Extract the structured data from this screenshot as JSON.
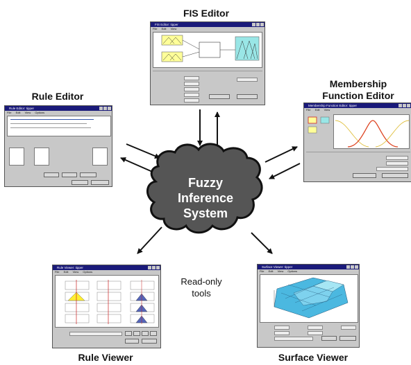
{
  "labels": {
    "fis_editor": "FIS Editor",
    "rule_editor": "Rule Editor",
    "mf_editor_line1": "Membership",
    "mf_editor_line2": "Function Editor",
    "center_line1": "Fuzzy",
    "center_line2": "Inference",
    "center_line3": "System",
    "readonly_line1": "Read-only",
    "readonly_line2": "tools",
    "rule_viewer": "Rule Viewer",
    "surface_viewer": "Surface Viewer"
  },
  "windows": {
    "fis": {
      "title": "FIS Editor: tipper",
      "menu": [
        "File",
        "Edit",
        "View"
      ]
    },
    "rule": {
      "title": "Rule Editor: tipper",
      "menu": [
        "File",
        "Edit",
        "View",
        "Options"
      ]
    },
    "mf": {
      "title": "Membership Function Editor: tipper",
      "menu": [
        "File",
        "Edit",
        "View"
      ]
    },
    "ruleview": {
      "title": "Rule Viewer: tipper",
      "menu": [
        "File",
        "Edit",
        "View",
        "Options"
      ]
    },
    "surface": {
      "title": "Surface Viewer: tipper",
      "menu": [
        "File",
        "Edit",
        "View",
        "Options"
      ]
    }
  },
  "colors": {
    "blob_fill": "#555555",
    "blob_stroke": "#111111",
    "blob_text": "#ffffff",
    "titlebar": "#1a1a7a",
    "input_mf": "#ffff99",
    "output_mf": "#99e6e6"
  }
}
